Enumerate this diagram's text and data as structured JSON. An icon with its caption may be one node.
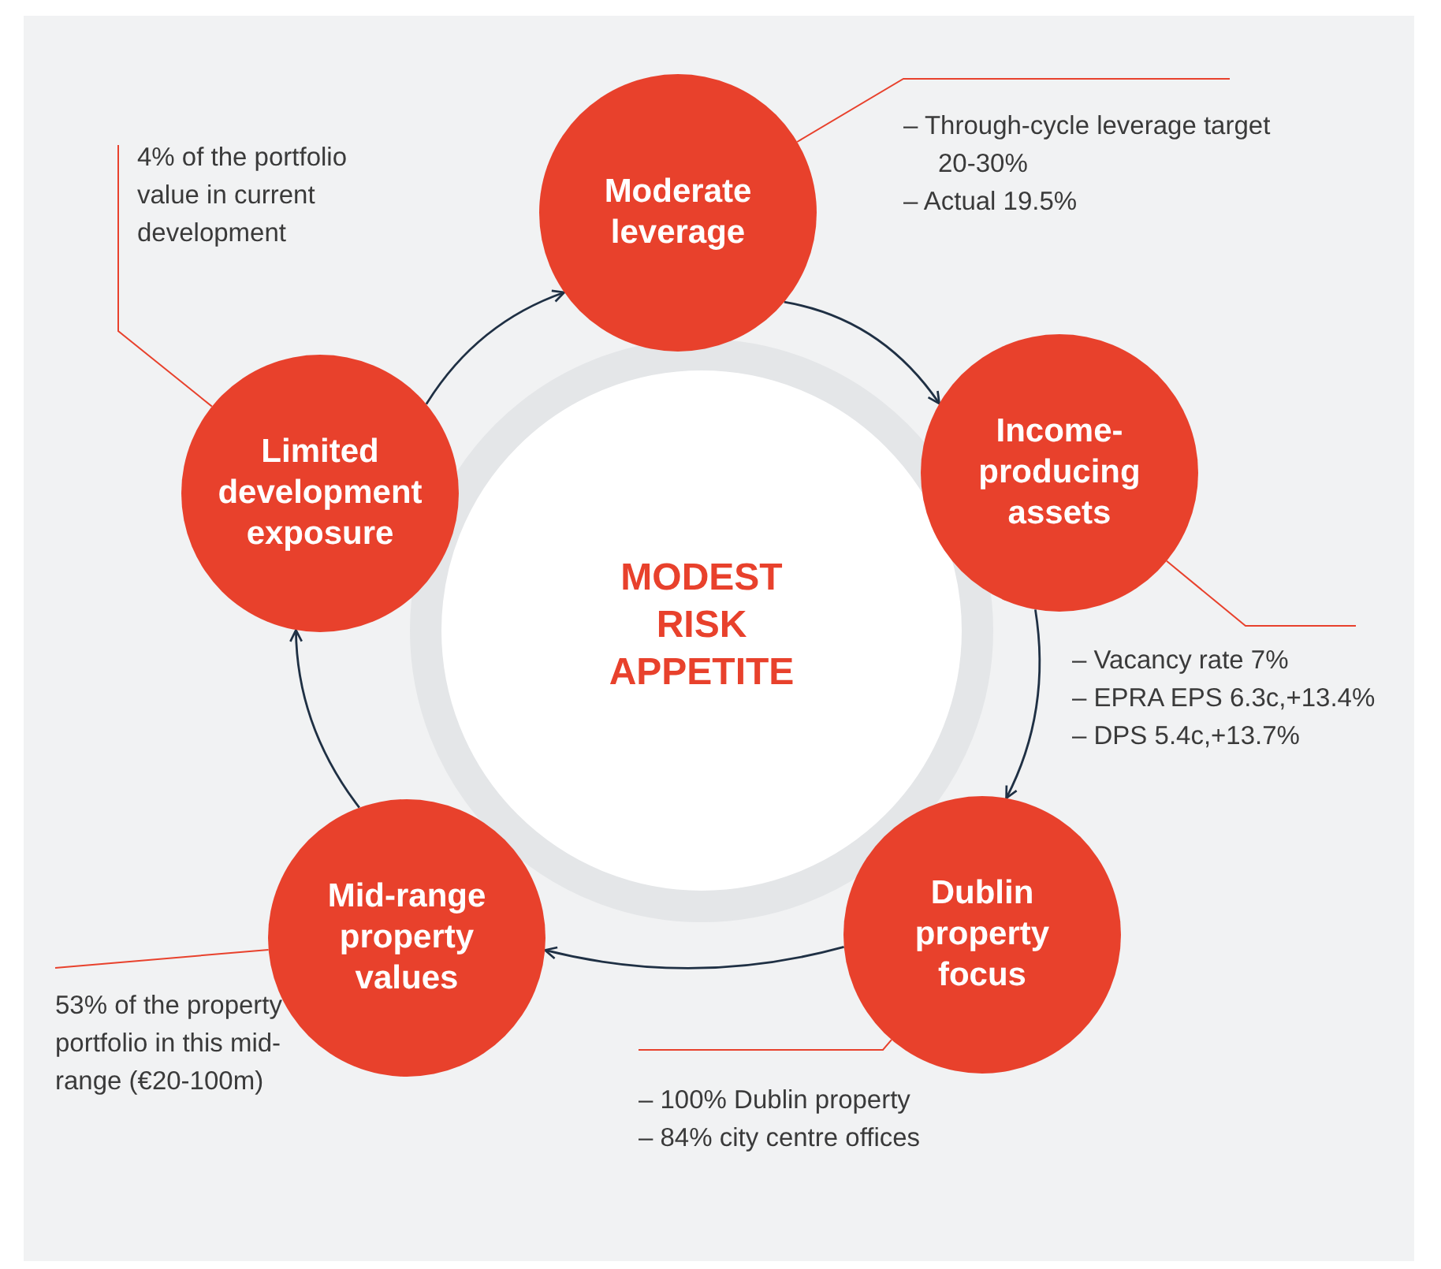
{
  "diagram": {
    "nodes": [
      {
        "text": [
          "Moderate leverage"
        ]
      },
      {
        "text": [
          "Income-producing assets"
        ]
      },
      {
        "text": [
          "Dublin property focus"
        ]
      },
      {
        "text": [
          "Mid-range property values"
        ]
      },
      {
        "text": [
          "Limited development exposure"
        ]
      },
      {
        "text": [
          "MODEST RISK APPETITE"
        ]
      },
      {
        "text": [
          "– Through-cycle leverage target 20-30%",
          "– Actual 19.5%"
        ]
      },
      {
        "text": [
          "– Vacancy rate 7%",
          "– EPRA EPS 6.3c,+13.4%",
          "– DPS 5.4c,+13.7%"
        ]
      },
      {
        "text": [
          "– 100% Dublin property",
          "– 84% city centre offices"
        ]
      },
      {
        "text": [
          "53% of the property portfolio in this mid-range (€20-100m)"
        ]
      },
      {
        "text": [
          "4% of the portfolio value in current development"
        ]
      }
    ],
    "edges": [
      {
        "from": 0,
        "to": 1,
        "arrow": "to"
      },
      {
        "from": 1,
        "to": 2,
        "arrow": "to"
      },
      {
        "from": 2,
        "to": 3,
        "arrow": "to"
      },
      {
        "from": 3,
        "to": 4,
        "arrow": "to"
      },
      {
        "from": 4,
        "to": 0,
        "arrow": "to"
      },
      {
        "from": 6,
        "to": 0,
        "arrow": "none",
        "color": "#e8412c"
      },
      {
        "from": 7,
        "to": 1,
        "arrow": "none",
        "color": "#e8412c"
      },
      {
        "from": 8,
        "to": 2,
        "arrow": "none",
        "color": "#e8412c"
      },
      {
        "from": 9,
        "to": 3,
        "arrow": "none",
        "color": "#e8412c"
      },
      {
        "from": 10,
        "to": 4,
        "arrow": "none",
        "color": "#e8412c"
      }
    ]
  }
}
